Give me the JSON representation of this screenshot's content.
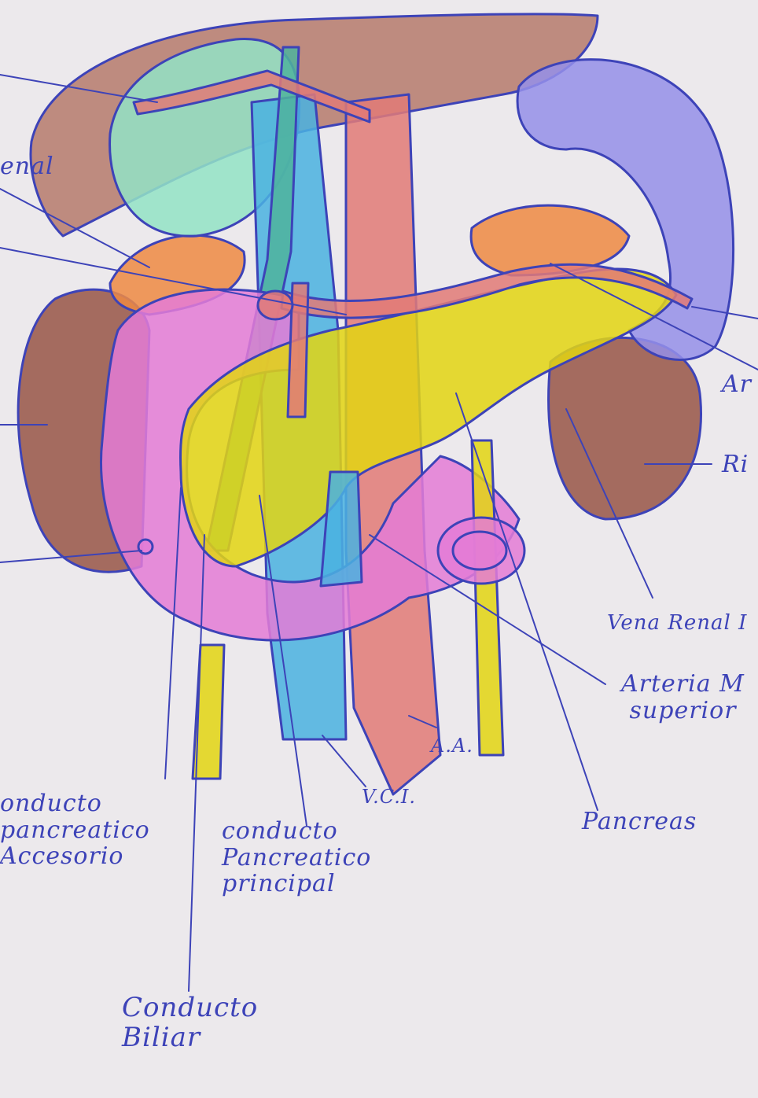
{
  "colors": {
    "paper": "#ece9ec",
    "ink": "#3d43b8",
    "liver": "#93e3c6",
    "spleen": "#958fe9",
    "kidney": "#985547",
    "suprarenal": "#ee8a43",
    "pancreas": "#e3d512",
    "duodenum": "#e47bd6",
    "vein": "#4ab1e0",
    "artery": "#e27a77",
    "bile_duct": "#4fb39c",
    "stomach": "#b67a6c"
  },
  "labels": {
    "partial_top_left": "enal",
    "partial_right_upper": "Ar",
    "partial_right_kidney": "Ri",
    "vena_renal": "Vena Renal I",
    "arteria_mesenterica": "Arteria M\n superior",
    "aa": "A.A.",
    "vci": "V.C.I.",
    "conducto_accesorio": "onducto\npancreatico\nAccesorio",
    "conducto_principal": "conducto\nPancreatico\nprincipal",
    "pancreas": "Pancreas",
    "conducto_biliar": "Conducto\nBiliar"
  }
}
